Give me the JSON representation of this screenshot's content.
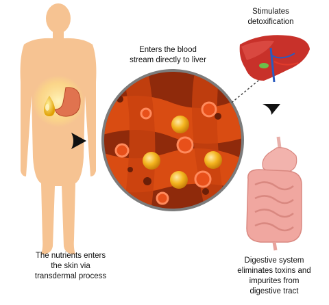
{
  "captions": {
    "skin": [
      "The nutrients enters",
      "the skin via",
      "transdermal process"
    ],
    "blood": [
      "Enters the blood",
      "stream directly to liver"
    ],
    "detox": [
      "Stimulates",
      "detoxification"
    ],
    "digestive": [
      "Digestive system",
      "eliminates toxins and",
      "impurites from",
      "digestive tract"
    ]
  },
  "colors": {
    "skin_tone": "#f6c392",
    "blood_vessel": "#d94c12",
    "blood_background": "#8f2a0b",
    "nutrient": "#f4b51f",
    "liver": "#c8312a",
    "intestine": "#f0a7a0",
    "arrow": "#111111"
  },
  "icons": [
    "human-body-icon",
    "stomach-icon",
    "oil-drop-icon",
    "liver-icon",
    "intestine-icon",
    "gallbladder-icon",
    "red-blood-cell-icon"
  ]
}
